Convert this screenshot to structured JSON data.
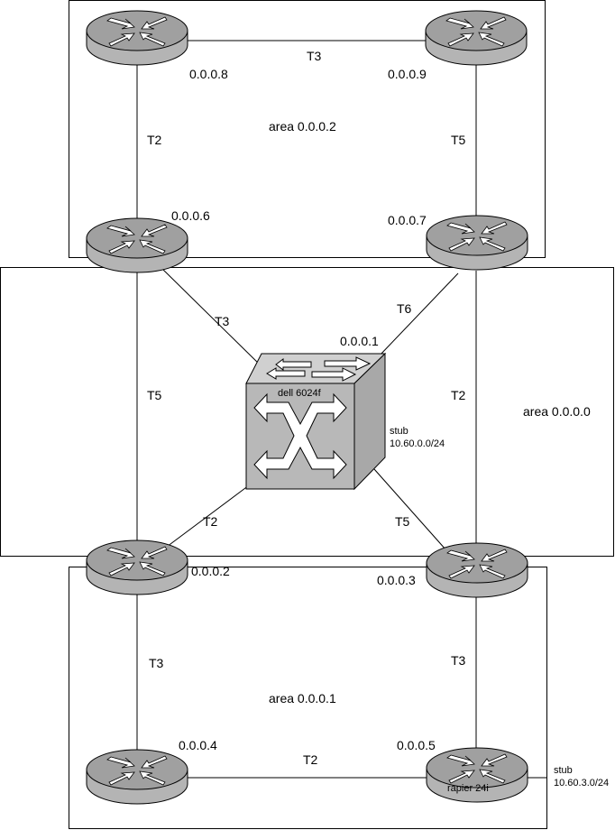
{
  "areas": {
    "area2": "area 0.0.0.2",
    "area0": "area 0.0.0.0",
    "area1": "area 0.0.0.1"
  },
  "routers": {
    "r8": "0.0.0.8",
    "r9": "0.0.0.9",
    "r6": "0.0.0.6",
    "r7": "0.0.0.7",
    "r2": "0.0.0.2",
    "r3": "0.0.0.3",
    "r4": "0.0.0.4",
    "r5": "0.0.0.5",
    "r5_model": "rapier 24i"
  },
  "switch": {
    "id": "0.0.0.1",
    "model": "dell 6024f",
    "stub_label": "stub",
    "stub_net": "10.60.0.0/24"
  },
  "stub_r5": {
    "label": "stub",
    "net": "10.60.3.0/24"
  },
  "links": {
    "r8_r9": "T3",
    "r8_r6": "T2",
    "r9_r7": "T5",
    "r6_sw": "T3",
    "r7_sw": "T6",
    "r6_r2": "T5",
    "r7_r3": "T2",
    "r2_sw": "T2",
    "r3_sw": "T5",
    "r2_r4": "T3",
    "r3_r5": "T3",
    "r4_r5": "T2"
  }
}
